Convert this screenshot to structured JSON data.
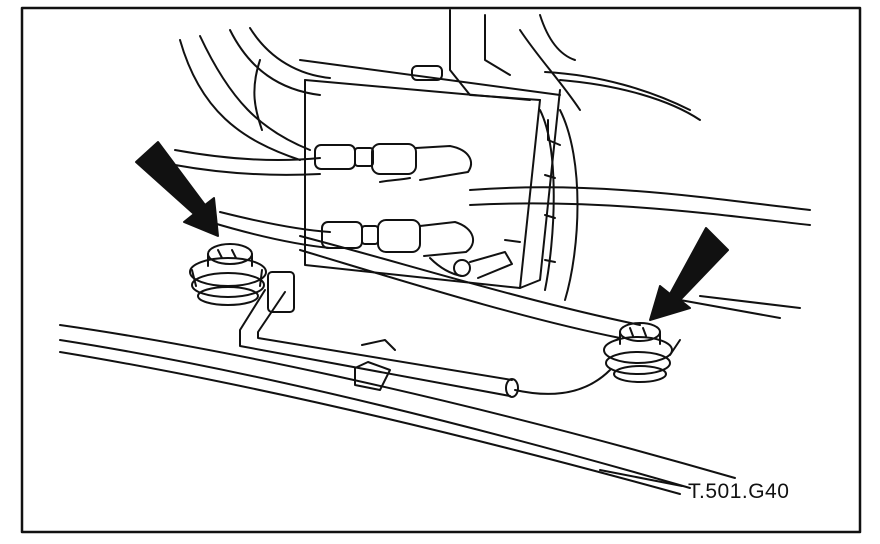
{
  "figure": {
    "reference_code": "T.501.G40",
    "stroke_color": "#111111",
    "background_color": "#ffffff",
    "callouts": [
      {
        "target": "left-mount",
        "icon": "arrow-icon"
      },
      {
        "target": "right-mount",
        "icon": "arrow-icon"
      }
    ]
  }
}
